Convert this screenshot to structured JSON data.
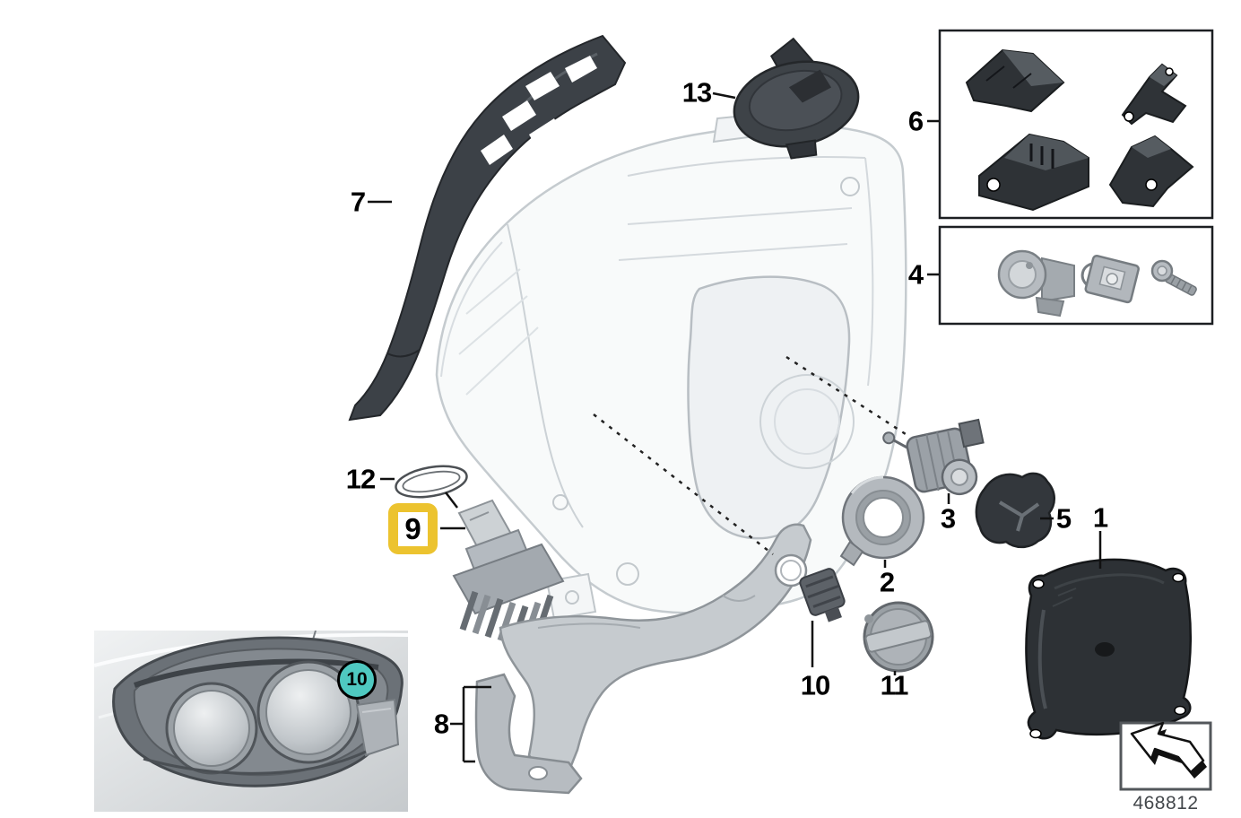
{
  "colors": {
    "highlight": "#ecc32f",
    "badge": "#4fc9c1",
    "footer_text": "#43474b"
  },
  "callouts": {
    "p1": "1",
    "p2": "2",
    "p3": "3",
    "p4": "4",
    "p5": "5",
    "p6": "6",
    "p7": "7",
    "p8": "8",
    "p9": "9",
    "p10": "10",
    "p11": "11",
    "p12": "12",
    "p13": "13",
    "photo_badge": "10"
  },
  "footer": {
    "part_number": "468812"
  },
  "icons": {
    "nav_arrow": "bent-3d-arrow-up-left"
  }
}
